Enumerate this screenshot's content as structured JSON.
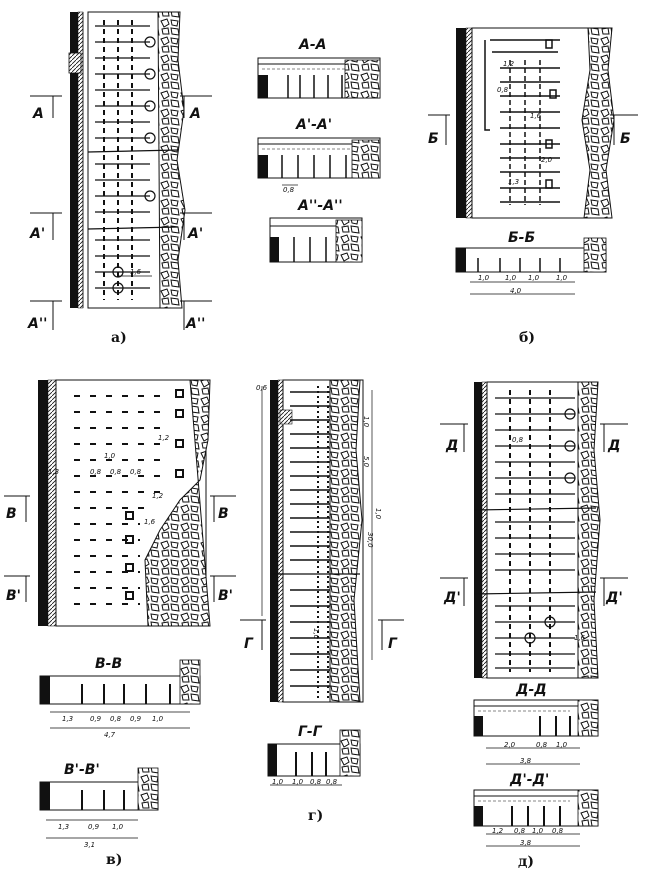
{
  "panels": {
    "a": {
      "caption": "а)",
      "section_marks": [
        "А",
        "А",
        "А'",
        "А'",
        "А''",
        "А''"
      ],
      "dims": [
        "1,6"
      ],
      "sections": [
        {
          "title": "А-А",
          "dims": []
        },
        {
          "title": "А'-А'",
          "dims": [
            "0,8"
          ]
        },
        {
          "title": "А''-А''",
          "dims": []
        }
      ]
    },
    "b": {
      "caption": "б)",
      "section_marks": [
        "Б",
        "Б"
      ],
      "dims": [
        "1,2",
        "0,8",
        "1,6",
        "2,0",
        "1,3"
      ],
      "section": {
        "title": "Б-Б",
        "dims": [
          "1,0",
          "1,0",
          "1,0",
          "1,0",
          "4,0"
        ]
      }
    },
    "v": {
      "caption": "в)",
      "section_marks": [
        "В",
        "В",
        "В'",
        "В'"
      ],
      "dims": [
        "1,3",
        "0,8",
        "0,8",
        "0,8",
        "1,2",
        "1,0",
        "1,2",
        "1,6"
      ],
      "sections": [
        {
          "title": "В-В",
          "dims": [
            "1,3",
            "0,9",
            "0,8",
            "0,9",
            "1,0",
            "4,7"
          ]
        },
        {
          "title": "В'-В'",
          "dims": [
            "1,3",
            "0,9",
            "1,0",
            "3,1"
          ]
        }
      ]
    },
    "g": {
      "caption": "г)",
      "section_marks": [
        "Г",
        "Г"
      ],
      "dims": [
        "0,6",
        "1,0",
        "5,0",
        "1,0",
        "30,0",
        "1,0"
      ],
      "section": {
        "title": "Г-Г",
        "dims": [
          "1,0",
          "1,0",
          "0,8",
          "0,8"
        ]
      }
    },
    "d": {
      "caption": "д)",
      "section_marks": [
        "Д",
        "Д",
        "Д'",
        "Д'"
      ],
      "dims": [
        "0,8",
        "1,6"
      ],
      "sections": [
        {
          "title": "Д-Д",
          "dims": [
            "2,0",
            "0,8",
            "1,0",
            "3,8"
          ]
        },
        {
          "title": "Д'-Д'",
          "dims": [
            "1,2",
            "0,8",
            "1,0",
            "0,8",
            "3,8"
          ]
        }
      ]
    }
  }
}
